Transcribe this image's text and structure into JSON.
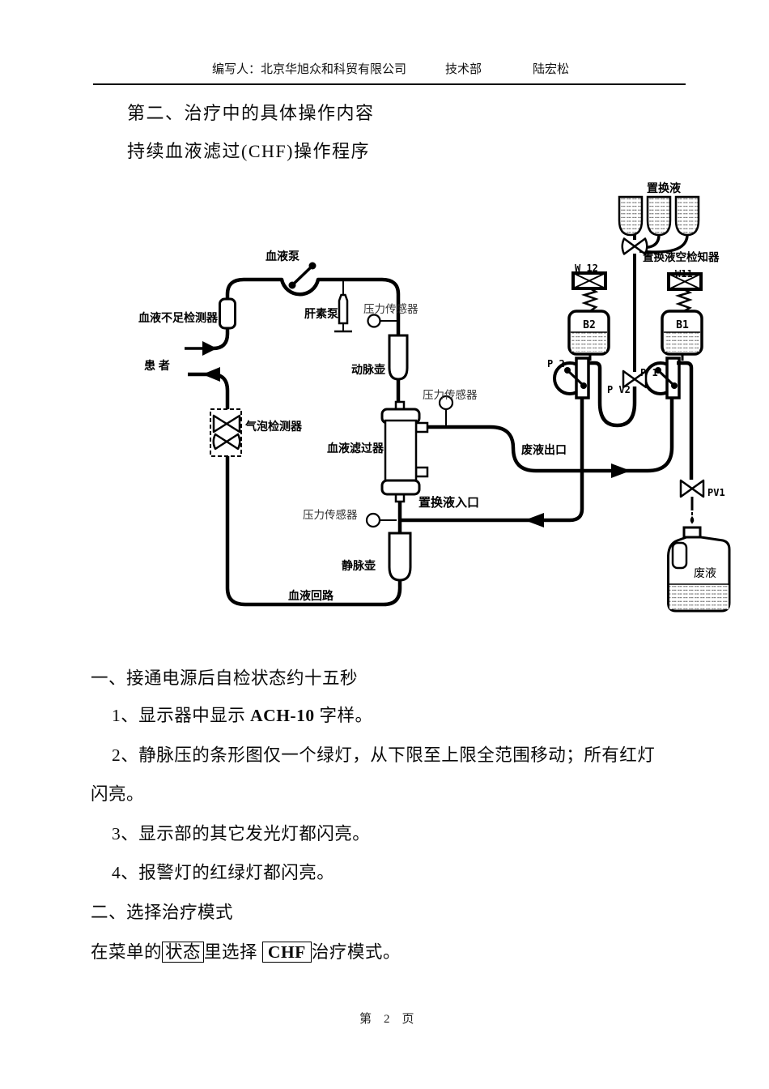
{
  "header": {
    "author_line": "编写人：北京华旭众和科贸有限公司",
    "department": "技术部",
    "author_name": "陆宏松"
  },
  "titles": {
    "section_title": "第二、治疗中的具体操作内容",
    "procedure_title": "持续血液滤过(CHF)操作程序"
  },
  "diagram": {
    "labels": {
      "blood_pump": "血液泵",
      "insufficiency_detector": "血液不足检测器",
      "patient": "患  者",
      "heparin_pump": "肝素泵",
      "pressure_sensor": "压力传感器",
      "arterial_chamber": "动脉壶",
      "air_bubble_detector": "气泡检测器",
      "hemofilter": "血液滤过器",
      "waste_outlet": "废液出口",
      "replacement_inlet": "置换液入口",
      "venous_chamber": "静脉壶",
      "blood_circuit": "血液回路",
      "replacement_fluid": "置换液",
      "replacement_empty_detector": "置换液空检知器",
      "w12": "W 12",
      "w11": "W11",
      "b2": "B2",
      "b1": "B1",
      "p2": "P 2",
      "p1": "P 1",
      "pv2": "P V2",
      "pv1": "PV1",
      "waste_fluid": "废液"
    }
  },
  "body": {
    "section1_heading": "一、接通电源后自检状态约十五秒",
    "item1": {
      "pre": "1、显示器中显示 ",
      "bold": "ACH-10",
      "post": " 字样。"
    },
    "item2_line1": "2、静脉压的条形图仅一个绿灯，从下限至上限全范围移动；所有红灯",
    "item2_line2": "闪亮。",
    "item3": "3、显示部的其它发光灯都闪亮。",
    "item4": "4、报警灯的红绿灯都闪亮。",
    "section2_heading": "二、选择治疗模式",
    "mode_line": {
      "pre": "在菜单的",
      "box1": "状态",
      "mid": "里选择 ",
      "box2": "CHF",
      "post": "治疗模式。"
    }
  },
  "footer": {
    "page_number": "第　2　页"
  }
}
